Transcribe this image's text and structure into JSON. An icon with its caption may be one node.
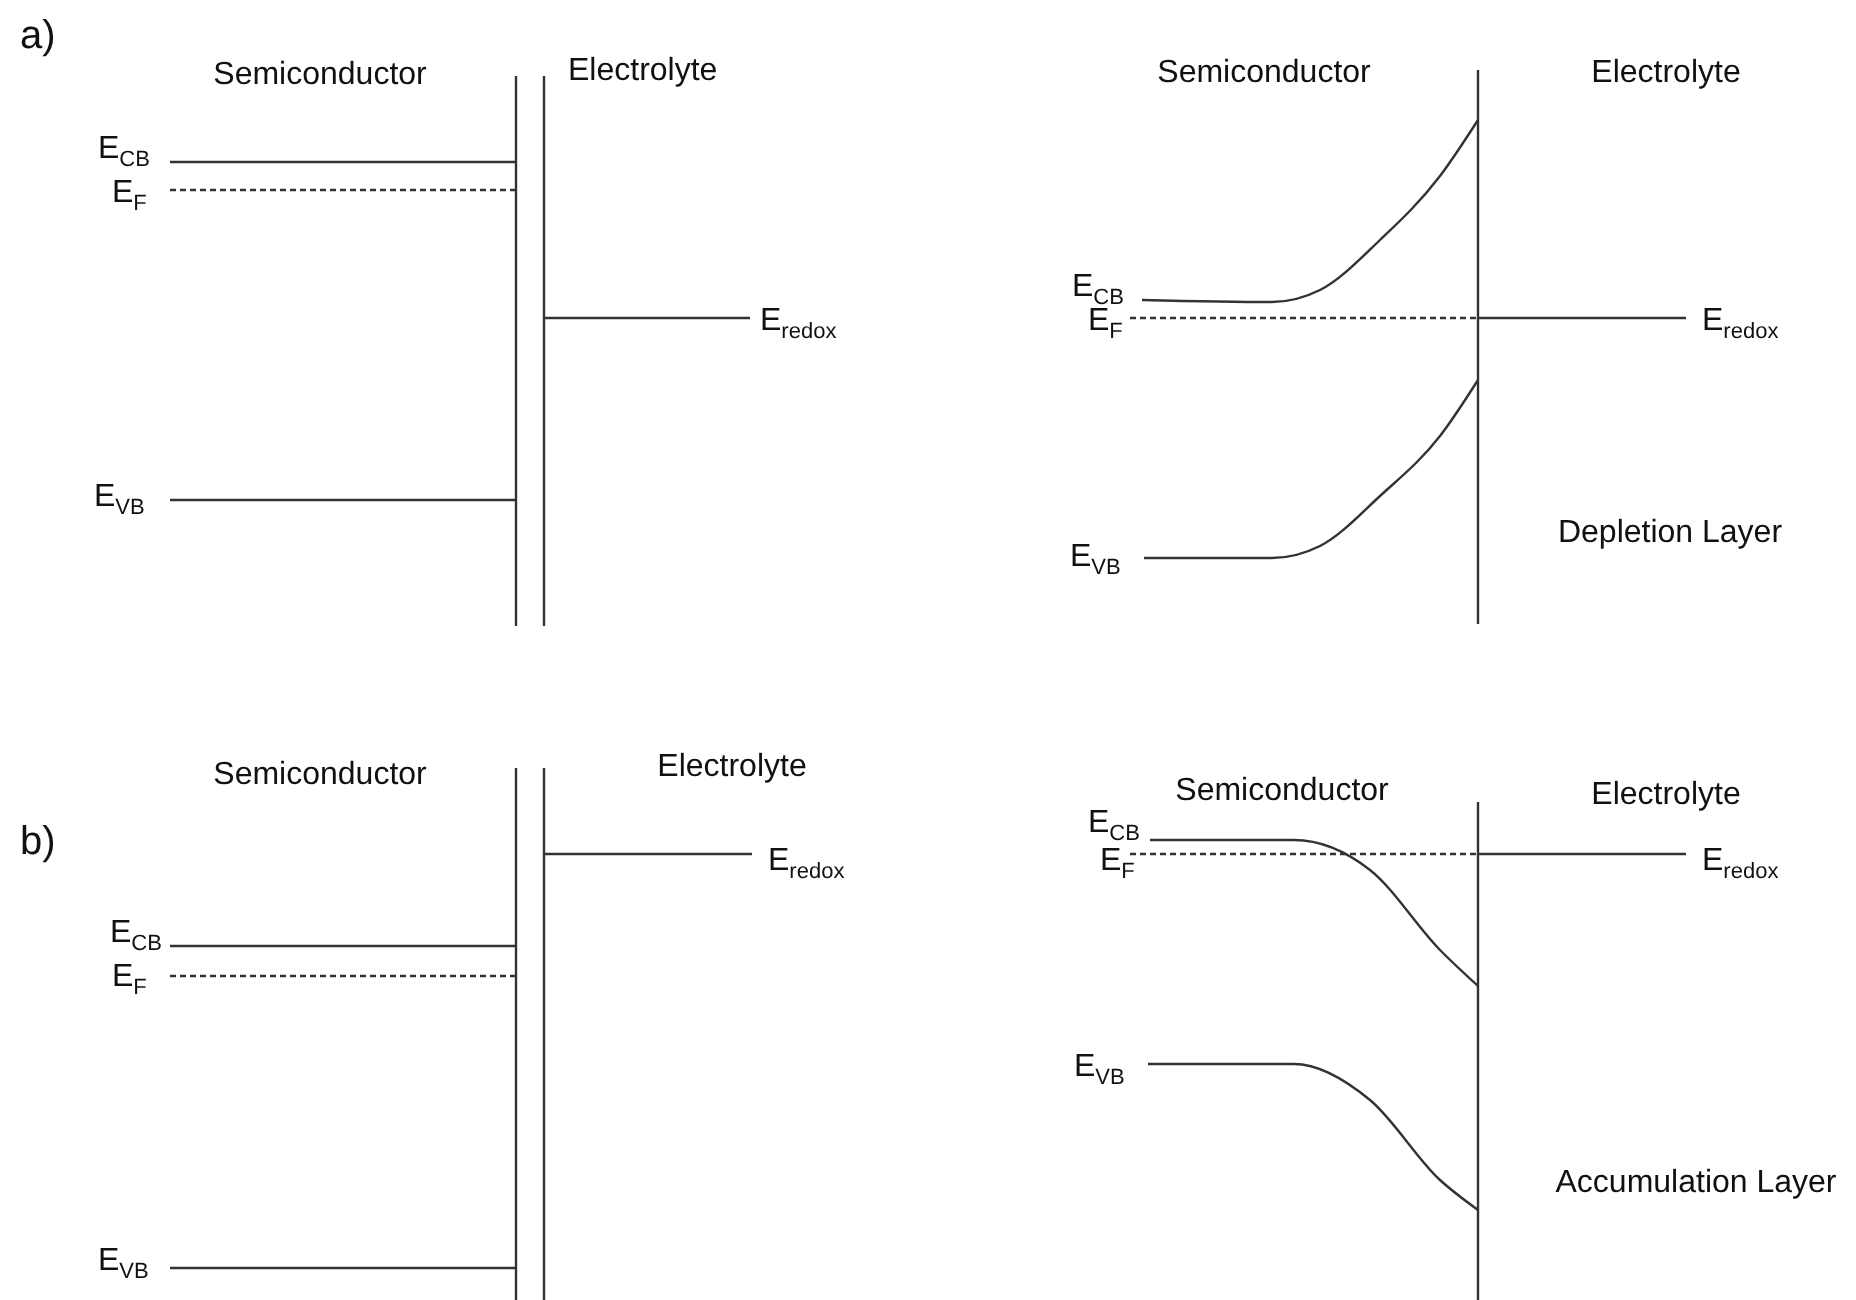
{
  "diagram": {
    "labels": [
      "a)",
      "Semiconductor",
      "Electrolyte",
      "E$_{CB}$",
      "E$_{F}$",
      "E$_{redox}$",
      "E$_{VB}$",
      "Semiconductor",
      "Electrolyte",
      "E$_{CB}$",
      "E$_{F}$",
      "E$_{redox}$",
      "E$_{VB}$",
      "Depletion Layer",
      "b)",
      "Semiconductor",
      "Electrolyte",
      "E$_{redox}$",
      "E$_{CB}$",
      "E$_{F}$",
      "E$_{VB}$",
      "Semiconductor",
      "Electrolyte",
      "E$_{CB}$",
      "E$_{F}$",
      "E$_{redox}$",
      "E$_{VB}$",
      "Accumulation Layer"
    ]
  }
}
